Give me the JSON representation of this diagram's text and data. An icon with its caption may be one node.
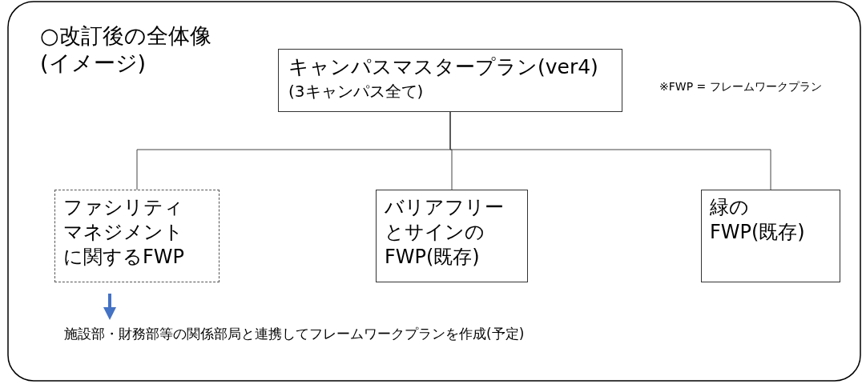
{
  "diagram": {
    "title": "○改訂後の全体像(イメージ)",
    "nodes": [
      {
        "text": [
          "キャンパスマスタープラン(ver4)",
          "(3キャンパス全て)"
        ]
      },
      {
        "text": [
          "ファシリティマネジメントに関するFWP"
        ]
      },
      {
        "text": [
          "バリアフリーとサインのFWP(既存)"
        ]
      },
      {
        "text": [
          "緑のFWP(既存)"
        ]
      },
      {
        "text": [
          "施設部・財務部等の関係部局と連携してフレームワークプランを作成(予定)"
        ]
      }
    ],
    "edges": [
      {
        "from": 0,
        "to": 1,
        "arrow": "none"
      },
      {
        "from": 0,
        "to": 2,
        "arrow": "none"
      },
      {
        "from": 0,
        "to": 3,
        "arrow": "none"
      },
      {
        "from": 1,
        "to": 4,
        "arrow": "to",
        "style": "thick",
        "color": "#4472c4"
      }
    ],
    "labels": [
      "※FWP = フレームワークプラン"
    ]
  }
}
